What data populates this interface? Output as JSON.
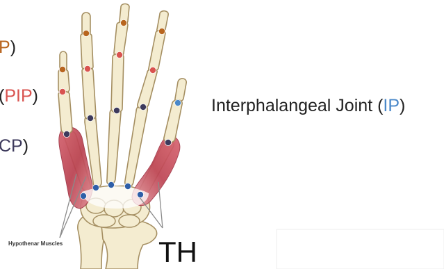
{
  "labels": {
    "dip": {
      "acronym": "P",
      "close": ")"
    },
    "pip": {
      "open": "(",
      "acronym": "PIP",
      "close": ")"
    },
    "mcp": {
      "acronym": "CP",
      "close": ")"
    },
    "ip": {
      "prefix": "Interphalangeal Joint (",
      "acronym": "IP",
      "close": ")"
    },
    "hypothenar": "Hypothenar Muscles",
    "th": "TH"
  },
  "colors": {
    "dip": "#b8651e",
    "pip": "#d9534f",
    "mcp": "#3d3a5c",
    "ip": "#4a88c9",
    "carpal": "#2f5fa8",
    "bone": "#f4ecd0",
    "bone_outline": "#a58f62",
    "muscle": "#c9515e"
  }
}
